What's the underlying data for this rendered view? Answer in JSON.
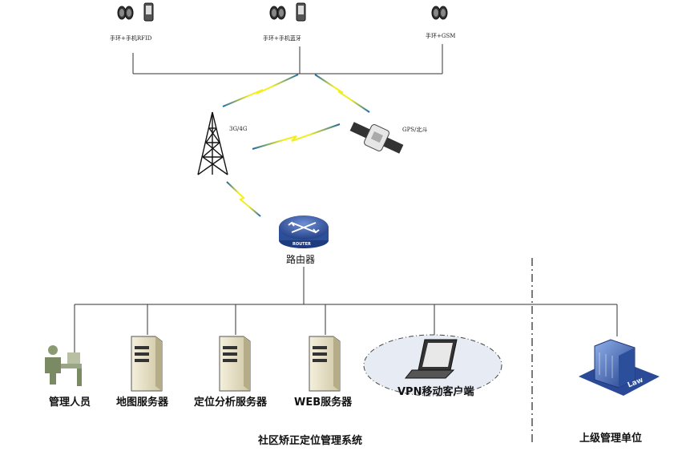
{
  "devices": {
    "rfid": "手环+手机RFID",
    "bluetooth": "手环+手机蓝牙",
    "gsm": "手环+GSM"
  },
  "network": {
    "tower": "3G/4G",
    "satellite": "GPS/北斗",
    "router": "路由器",
    "router_badge": "ROUTER"
  },
  "nodes": {
    "manager": "管理人员",
    "map_server": "地图服务器",
    "location_server": "定位分析服务器",
    "web_server": "WEB服务器",
    "vpn_client": "VPN移动客户端",
    "law_badge": "Law"
  },
  "sections": {
    "system": "社区矫正定位管理系统",
    "superior": "上级管理单位"
  },
  "icons": {
    "band": "wristband-icon",
    "phone": "phone-icon",
    "tower": "cell-tower-icon",
    "satellite": "satellite-icon",
    "router": "router-icon",
    "person": "person-at-desk-icon",
    "server": "server-icon",
    "laptop": "laptop-icon",
    "law": "law-building-icon"
  },
  "colors": {
    "lightning": "#f2ee22",
    "link_blue": "#1b6aa8",
    "router_blue": "#2c4f9c",
    "law_blue": "#3a5fb0"
  }
}
